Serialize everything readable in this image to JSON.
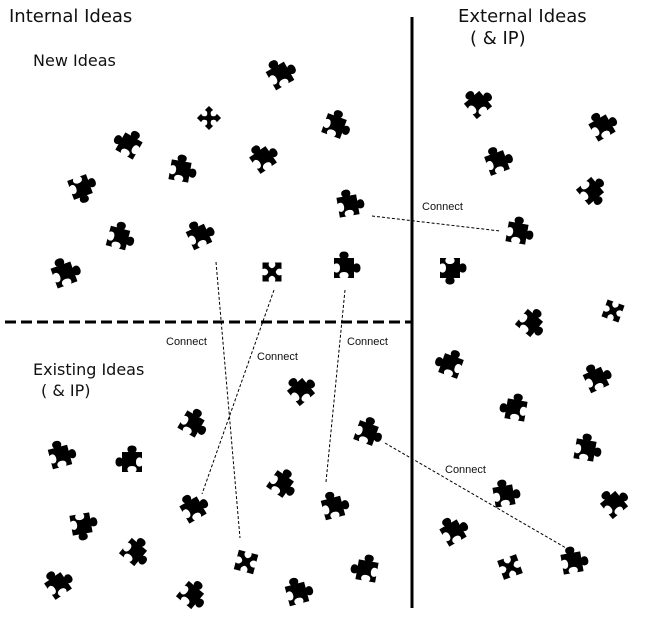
{
  "diagram": {
    "labels": {
      "internal": "Internal Ideas",
      "external_line1": "External Ideas",
      "external_line2": "( & IP)",
      "new_ideas": "New Ideas",
      "existing_line1": "Existing Ideas",
      "existing_line2": "( & IP)"
    },
    "connector_label": "Connect",
    "colors": {
      "piece": "#000000",
      "line": "#000000",
      "background": "#ffffff"
    },
    "piece_icon": "puzzle-piece-icon"
  }
}
